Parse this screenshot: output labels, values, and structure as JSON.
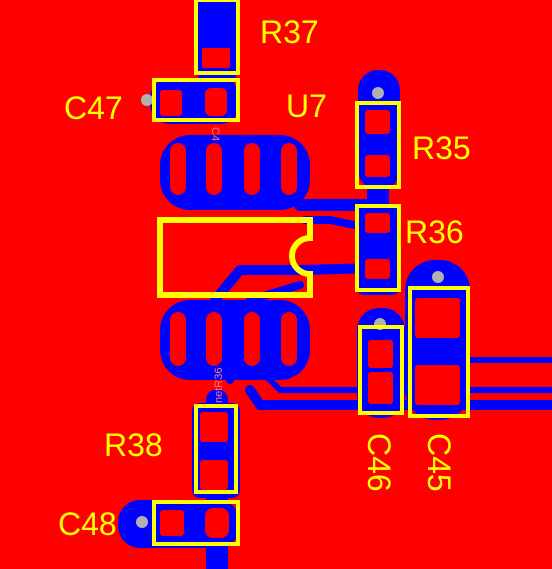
{
  "board": {
    "colors": {
      "board": "#ff0000",
      "copper": "#0000ff",
      "pad": "#ff0000",
      "silkscreen": "#ffff00",
      "via_hole": "#b0b0b0"
    }
  },
  "designators": {
    "r37": "R37",
    "c47": "C47",
    "u7": "U7",
    "r35": "R35",
    "r36": "R36",
    "r38": "R38",
    "c48": "C48",
    "c46": "C46",
    "c45": "C45"
  },
  "net_labels": {
    "upper": "C4",
    "lower": "netR36"
  }
}
